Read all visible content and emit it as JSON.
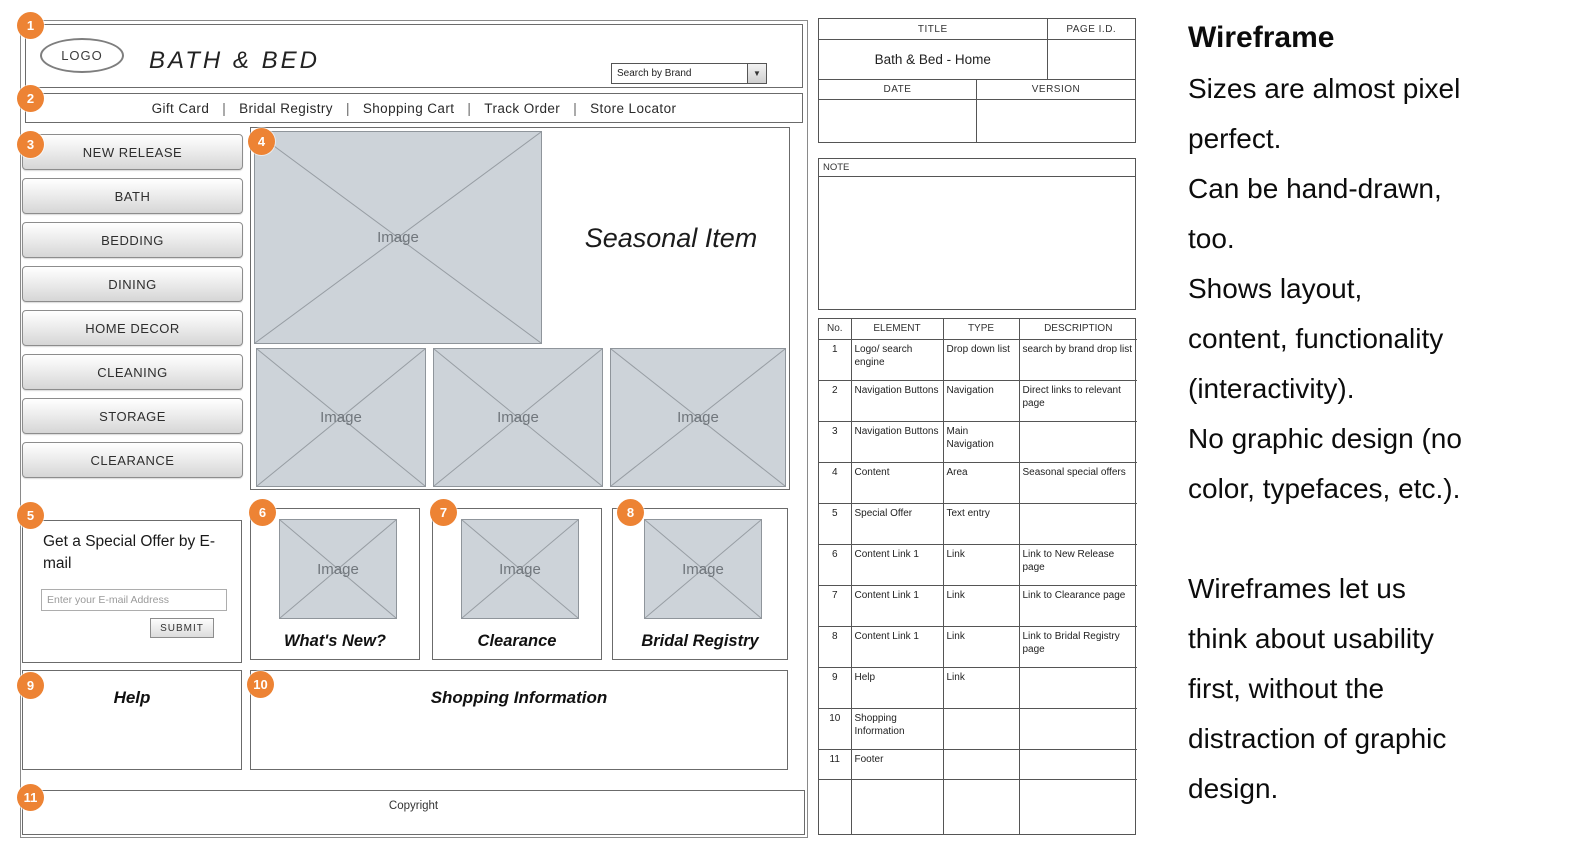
{
  "colors": {
    "marker_orange": "#ED8334",
    "placeholder_fill": "#CDD3D9",
    "wire_border": "#6B6B6B"
  },
  "icons": {
    "dropdown_arrow": "▼"
  },
  "markers": [
    "1",
    "2",
    "3",
    "4",
    "5",
    "6",
    "7",
    "8",
    "9",
    "10",
    "11"
  ],
  "wireframe": {
    "logo_label": "LOGO",
    "site_title": "BATH & BED",
    "search_label": "Search by Brand",
    "nav_separator": "|",
    "top_nav": [
      "Gift Card",
      "Bridal Registry",
      "Shopping Cart",
      "Track Order",
      "Store Locator"
    ],
    "sidebar": [
      "NEW RELEASE",
      "BATH",
      "BEDDING",
      "DINING",
      "HOME DECOR",
      "CLEANING",
      "STORAGE",
      "CLEARANCE"
    ],
    "hero": {
      "image_label": "Image",
      "caption": "Seasonal Item"
    },
    "thumbnails": [
      "Image",
      "Image",
      "Image"
    ],
    "special_offer": {
      "heading": "Get a Special Offer by E-mail",
      "input_placeholder": "Enter your E-mail Address",
      "submit_label": "SUBMIT"
    },
    "content_links": [
      {
        "image_label": "Image",
        "caption": "What's New?"
      },
      {
        "image_label": "Image",
        "caption": "Clearance"
      },
      {
        "image_label": "Image",
        "caption": "Bridal Registry"
      }
    ],
    "help_label": "Help",
    "shopping_info_label": "Shopping Information",
    "footer_label": "Copyright"
  },
  "spec": {
    "title_header": "TITLE",
    "page_id_header": "PAGE I.D.",
    "title_value": "Bath & Bed - Home",
    "page_id_value": "",
    "date_header": "DATE",
    "version_header": "VERSION",
    "date_value": "",
    "version_value": "",
    "note_label": "NOTE",
    "table": {
      "headers": [
        "No.",
        "ELEMENT",
        "TYPE",
        "DESCRIPTION"
      ],
      "rows": [
        {
          "no": "1",
          "element": "Logo/ search engine",
          "type": "Drop down list",
          "description": "search by brand drop list"
        },
        {
          "no": "2",
          "element": "Navigation Buttons",
          "type": "Navigation",
          "description": "Direct links to relevant page"
        },
        {
          "no": "3",
          "element": "Navigation Buttons",
          "type": "Main Navigation",
          "description": ""
        },
        {
          "no": "4",
          "element": "Content",
          "type": "Area",
          "description": "Seasonal special offers"
        },
        {
          "no": "5",
          "element": "Special Offer",
          "type": "Text entry",
          "description": ""
        },
        {
          "no": "6",
          "element": "Content Link 1",
          "type": "Link",
          "description": "Link to New Release page"
        },
        {
          "no": "7",
          "element": "Content Link 1",
          "type": "Link",
          "description": "Link to Clearance page"
        },
        {
          "no": "8",
          "element": "Content Link 1",
          "type": "Link",
          "description": "Link to Bridal Registry page"
        },
        {
          "no": "9",
          "element": "Help",
          "type": "Link",
          "description": ""
        },
        {
          "no": "10",
          "element": "Shopping Information",
          "type": "",
          "description": ""
        },
        {
          "no": "11",
          "element": "Footer",
          "type": "",
          "description": ""
        }
      ]
    }
  },
  "notes": {
    "title": "Wireframe",
    "lines": [
      "Sizes are almost pixel",
      "perfect.",
      "Can be hand-drawn,",
      "too.",
      "Shows layout,",
      "content, functionality",
      "(interactivity).",
      "No graphic design (no",
      "color, typefaces, etc.).",
      "",
      "Wireframes let us",
      "think about usability",
      "first, without the",
      "distraction of graphic",
      "design."
    ]
  }
}
